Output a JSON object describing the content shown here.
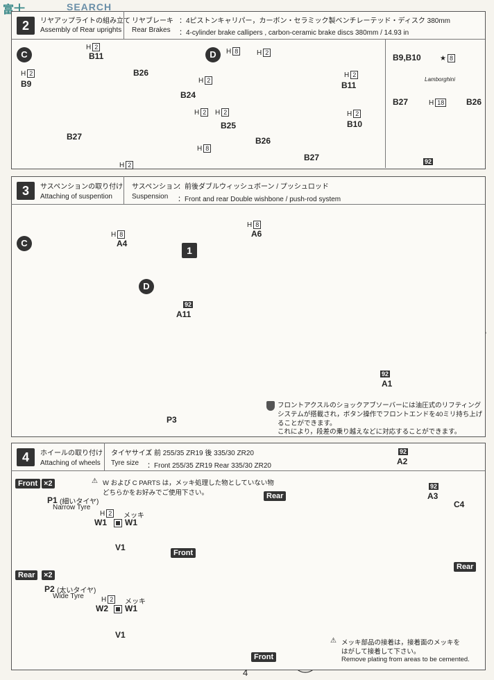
{
  "watermark": "SEARCH",
  "watermark_logo": "富士",
  "step2": {
    "num": "2",
    "title_jp": "リヤアップライトの組み立て",
    "title_en": "Assembly of Rear uprights",
    "spec_label_jp": "リヤブレーキ",
    "spec_value_jp": "：4ピストンキャリパー，カーボン・セラミック製ベンチレーテッド・ディスク 380mm",
    "spec_label_en": "Rear Brakes",
    "spec_value_en": "：4-cylinder brake callipers , carbon-ceramic brake discs 380mm / 14.93 in",
    "assy_c": "C",
    "assy_d": "D",
    "parts_c": [
      "B11",
      "B9",
      "B26",
      "B24",
      "B27"
    ],
    "parts_d": [
      "B11",
      "B25",
      "B26",
      "B10",
      "B27"
    ],
    "h2": "H",
    "h2n": "2",
    "h8n": "8",
    "detail_title": "B9,B10",
    "detail_b27": "B27",
    "detail_b26": "B26",
    "detail_h18": "18",
    "detail_star8": "8",
    "detail_92": "92",
    "caliper_logo": "Lamborghini"
  },
  "step3": {
    "num": "3",
    "title_jp": "サスペンションの取り付け",
    "title_en": "Attaching of  suspention",
    "spec_label_jp": "サスペンション",
    "spec_value_jp": "：前後ダブルウィッシュボーン / プッシュロッド",
    "spec_label_en": "Suspension",
    "spec_value_en": "：Front and rear Double wishbone / push-rod system",
    "assy_c": "C",
    "assy_d": "D",
    "assy_1": "1",
    "parts": [
      "A4",
      "A6",
      "A11",
      "A1",
      "P3"
    ],
    "n92": "92",
    "note_jp_1": "フロントアクスルのショックアブソーバーには油圧式のリフティング",
    "note_jp_2": "システムが搭載され，ボタン操作でフロントエンドを40ミリ持ち上げ",
    "note_jp_3": "ることができます。",
    "note_jp_4": "これにより，段差の乗り越えなどに対応することができます。"
  },
  "step4": {
    "num": "4",
    "title_jp": "ホイールの取り付け",
    "title_en": "Attaching of wheels",
    "spec_label_jp": "タイヤサイズ",
    "spec_value_jp": "：前  255/35 ZR19    後 335/30 ZR20",
    "spec_label_en": "Tyre size",
    "spec_value_en": "：Front  255/35 ZR19  Rear 335/30 ZR20",
    "front": "Front",
    "rear": "Rear",
    "x2": "×2",
    "warning_jp_1": "W および C PARTS は，メッキ処理した物としていない物",
    "warning_jp_2": "どちらかをお好みでご使用下さい。",
    "p1": "P1",
    "p1_jp": "(細いタイヤ)",
    "p1_en": "Narrow Tyre",
    "p2": "P2",
    "p2_jp": "(太いタイヤ)",
    "p2_en": "Wide Tyre",
    "w1": "W1",
    "w2": "W2",
    "v1": "V1",
    "mekki": "メッキ",
    "a2": "A2",
    "a3": "A3",
    "c4": "C4",
    "n92": "92",
    "note_jp": "メッキ部品の接着は，接着面のメッキを",
    "note_jp_2": "はがして接着して下さい。",
    "note_en": "Remove plating from areas to be cemented."
  },
  "page_number": "4"
}
